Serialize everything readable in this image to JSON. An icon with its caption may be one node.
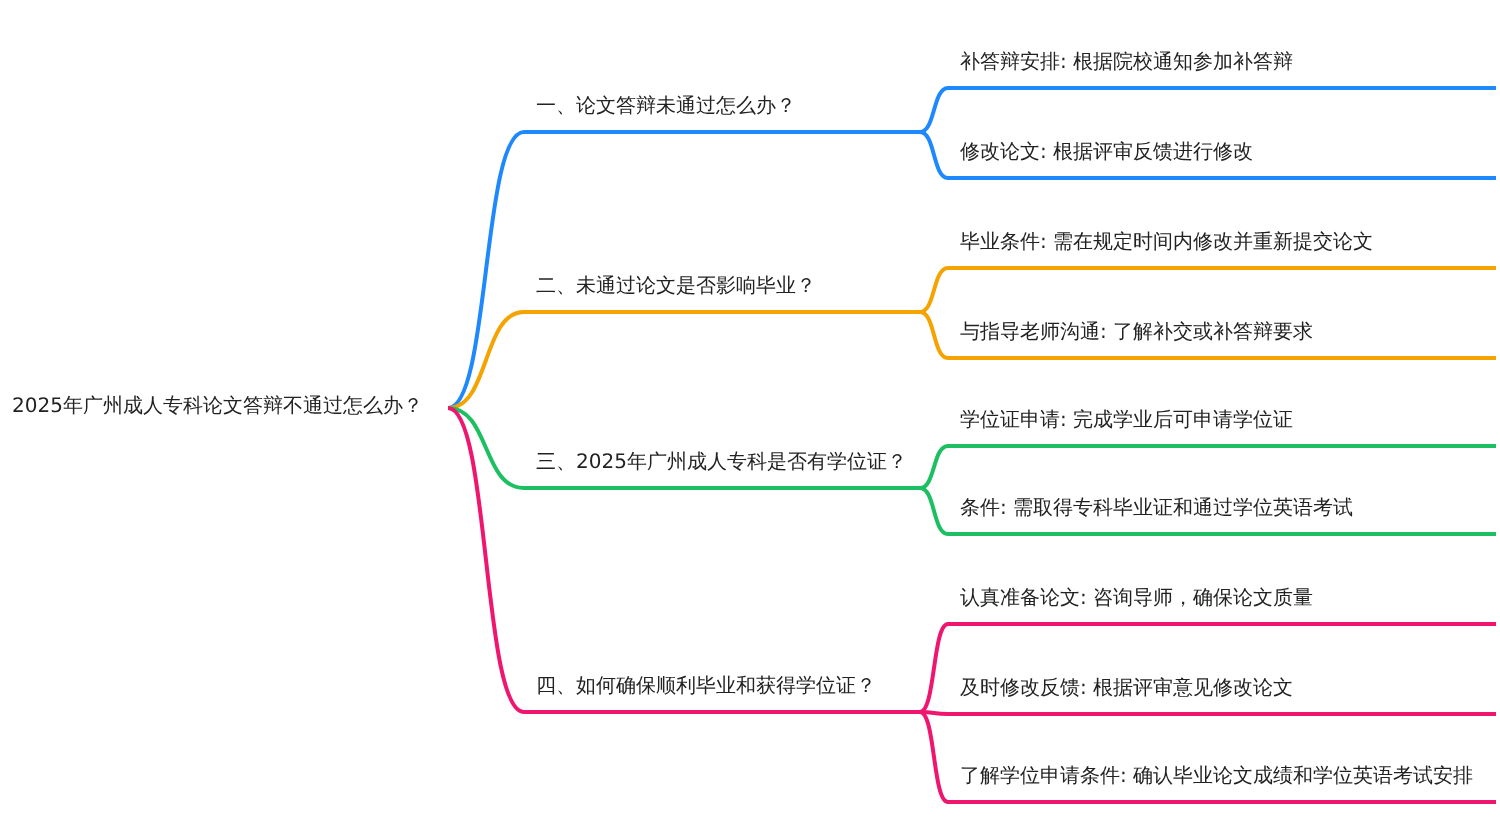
{
  "diagram": {
    "nodes": [
      {
        "text": [
          "2025年广州成人专科论文答辩不通过怎么办？"
        ]
      },
      {
        "text": [
          "一、论文答辩未通过怎么办？"
        ]
      },
      {
        "text": [
          "补答辩安排: 根据院校通知参加补答辩"
        ]
      },
      {
        "text": [
          "修改论文: 根据评审反馈进行修改"
        ]
      },
      {
        "text": [
          "二、未通过论文是否影响毕业？"
        ]
      },
      {
        "text": [
          "毕业条件: 需在规定时间内修改并重新提交论文"
        ]
      },
      {
        "text": [
          "与指导老师沟通: 了解补交或补答辩要求"
        ]
      },
      {
        "text": [
          "三、2025年广州成人专科是否有学位证？"
        ]
      },
      {
        "text": [
          "学位证申请: 完成学业后可申请学位证"
        ]
      },
      {
        "text": [
          "条件: 需取得专科毕业证和通过学位英语考试"
        ]
      },
      {
        "text": [
          "四、如何确保顺利毕业和获得学位证？"
        ]
      },
      {
        "text": [
          "认真准备论文: 咨询导师，确保论文质量"
        ]
      },
      {
        "text": [
          "及时修改反馈: 根据评审意见修改论文"
        ]
      },
      {
        "text": [
          "了解学位申请条件: 确认毕业论文成绩和学位英语考试安排"
        ]
      }
    ],
    "edges": [
      {
        "from": 0,
        "to": 1,
        "arrow": "none",
        "color": "#1e88ff"
      },
      {
        "from": 1,
        "to": 2,
        "arrow": "none",
        "color": "#1e88ff"
      },
      {
        "from": 1,
        "to": 3,
        "arrow": "none",
        "color": "#1e88ff"
      },
      {
        "from": 0,
        "to": 4,
        "arrow": "none",
        "color": "#f5a300"
      },
      {
        "from": 4,
        "to": 5,
        "arrow": "none",
        "color": "#f5a300"
      },
      {
        "from": 4,
        "to": 6,
        "arrow": "none",
        "color": "#f5a300"
      },
      {
        "from": 0,
        "to": 7,
        "arrow": "none",
        "color": "#1dbf63"
      },
      {
        "from": 7,
        "to": 8,
        "arrow": "none",
        "color": "#1dbf63"
      },
      {
        "from": 7,
        "to": 9,
        "arrow": "none",
        "color": "#1dbf63"
      },
      {
        "from": 0,
        "to": 10,
        "arrow": "none",
        "color": "#f0156e"
      },
      {
        "from": 10,
        "to": 11,
        "arrow": "none",
        "color": "#f0156e"
      },
      {
        "from": 10,
        "to": 12,
        "arrow": "none",
        "color": "#f0156e"
      },
      {
        "from": 10,
        "to": 13,
        "arrow": "none",
        "color": "#f0156e"
      }
    ]
  }
}
